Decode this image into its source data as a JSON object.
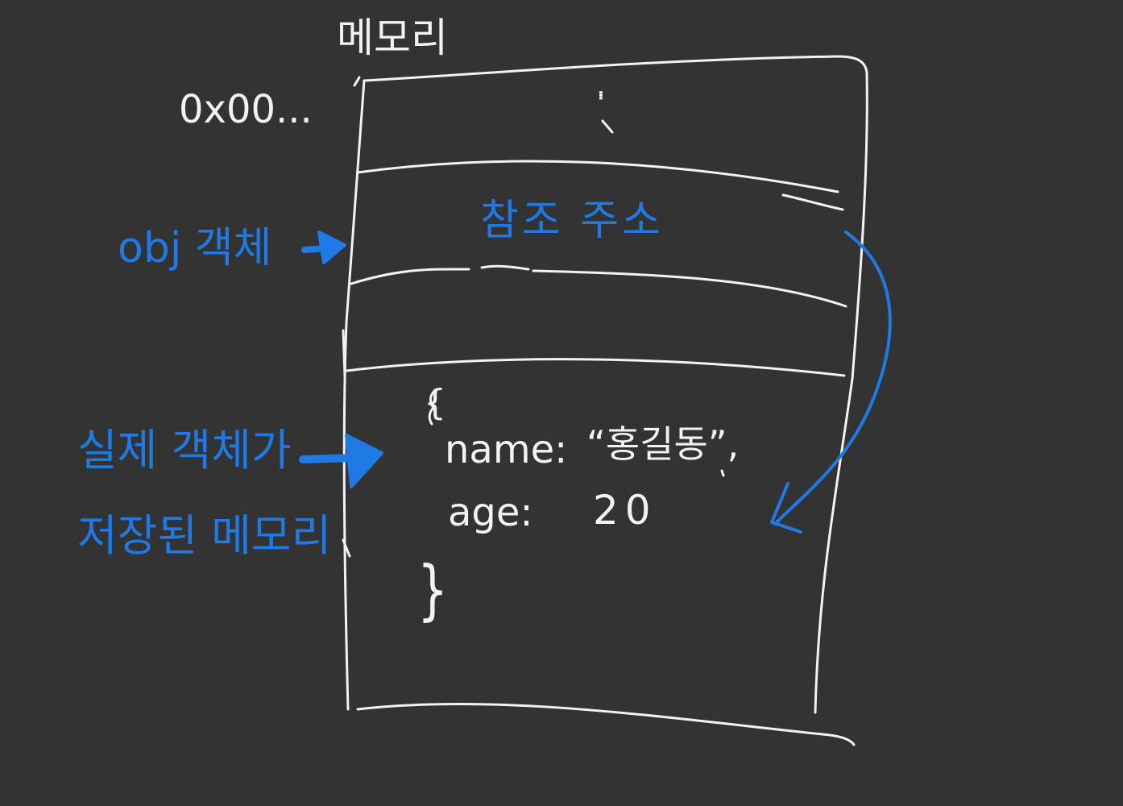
{
  "memory_title": "메모리",
  "address_label": "0x00...",
  "ellipsis": "...",
  "reference_value": "참조 주소",
  "obj_label": "obj 객체",
  "real_object_label_line1": "실제 객체가",
  "real_object_label_line2": "저장된 메모리",
  "object_literal": {
    "open_brace": "{",
    "name_key": "name:",
    "name_value": "“홍길동”,",
    "age_key": "age:",
    "age_value": "20",
    "close_brace": "}"
  },
  "colors": {
    "background": "#333333",
    "ink_white": "#f2f2f2",
    "ink_blue": "#1f7ae6"
  }
}
